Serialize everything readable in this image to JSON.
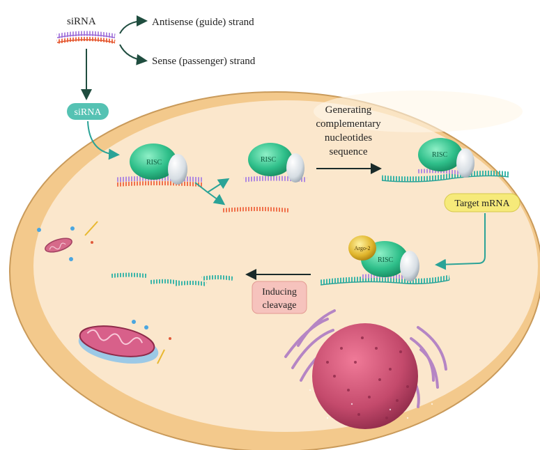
{
  "labels": {
    "sirna_top": "siRNA",
    "antisense": "Antisense (guide) strand",
    "sense": "Sense (passenger) strand",
    "sirna_pill": "siRNA",
    "risc": "RISC",
    "generating_1": "Generating",
    "generating_2": "complementary",
    "generating_3": "nucleotides",
    "generating_4": "sequence",
    "target_mrna": "Target mRNA",
    "argo": "Argo-2",
    "inducing_1": "Inducing",
    "inducing_2": "cleavage"
  },
  "colors": {
    "cell_fill": "#fbe7cc",
    "cell_border": "#c99a5a",
    "risc_green": "#2fbf8a",
    "strand_purple": "#b08ae0",
    "strand_orange": "#f0704a",
    "mrna_teal": "#3bb5a8",
    "pill_teal": "#55c2b3",
    "target_yellow": "#f6ea7a",
    "argo_gold": "#e0b52c",
    "cleavage_pink": "#f6c3bd",
    "nucleus": "#c44a6c"
  }
}
